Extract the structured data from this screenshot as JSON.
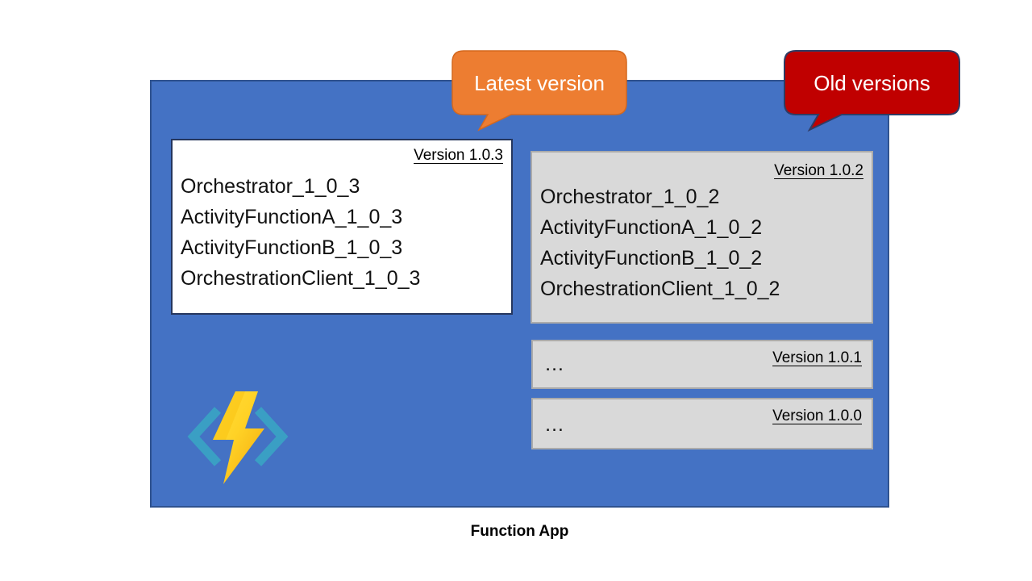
{
  "caption": "Function App",
  "bubbles": {
    "latest": {
      "label": "Latest version"
    },
    "old": {
      "label": "Old versions"
    }
  },
  "boxes": {
    "v103": {
      "version_label": "Version 1.0.3",
      "items": [
        "Orchestrator_1_0_3",
        "ActivityFunctionA_1_0_3",
        "ActivityFunctionB_1_0_3",
        "OrchestrationClient_1_0_3"
      ]
    },
    "v102": {
      "version_label": "Version 1.0.2",
      "items": [
        "Orchestrator_1_0_2",
        "ActivityFunctionA_1_0_2",
        "ActivityFunctionB_1_0_2",
        "OrchestrationClient_1_0_2"
      ]
    },
    "v101": {
      "version_label": "Version 1.0.1",
      "ellipsis": "…"
    },
    "v100": {
      "version_label": "Version 1.0.0",
      "ellipsis": "…"
    }
  },
  "icons": {
    "logo": "azure-functions-lightning-icon"
  },
  "colors": {
    "container_blue": "#4472C4",
    "container_border": "#2F528F",
    "latest_bubble_orange": "#ED7D31",
    "old_bubble_red": "#C00000",
    "old_box_gray": "#D9D9D9",
    "bracket_teal": "#3A9FC4",
    "bolt_yellow": "#FFD226"
  }
}
